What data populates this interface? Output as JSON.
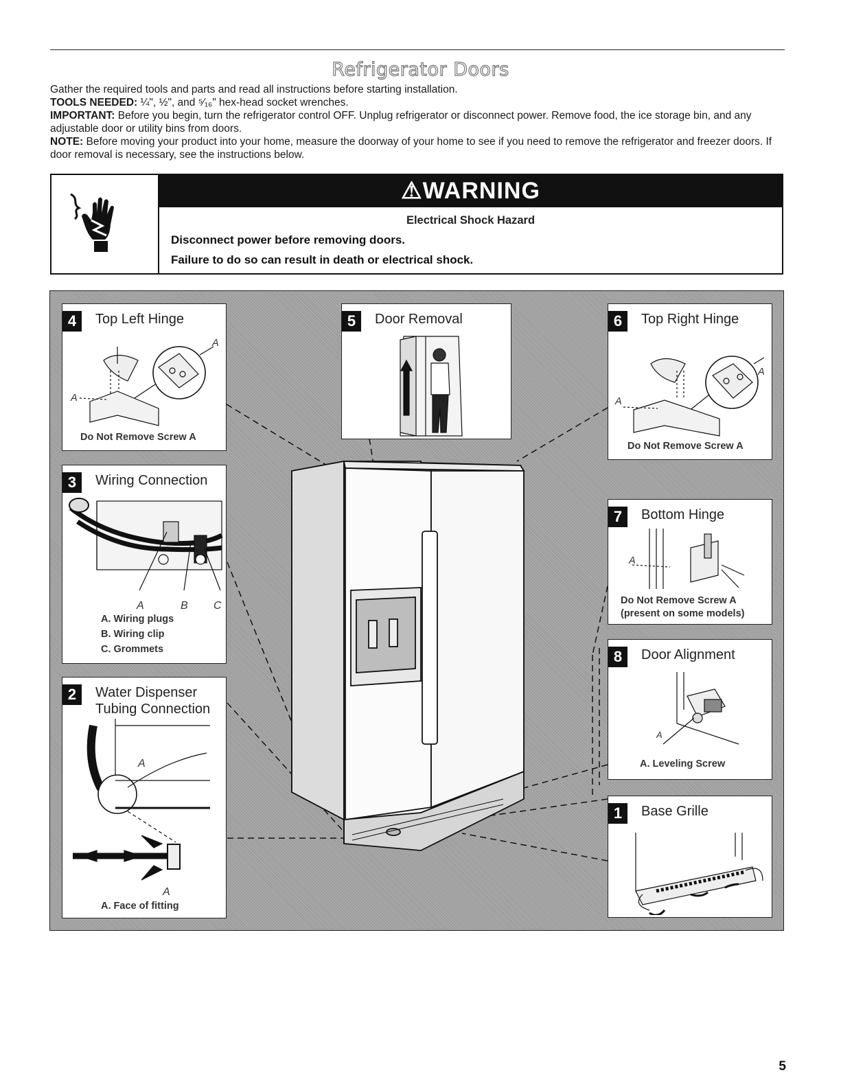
{
  "page": {
    "title": "Refrigerator Doors",
    "intro_line": "Gather the required tools and parts and read all instructions before starting installation.",
    "tools_label": "TOOLS NEEDED:",
    "tools_text": " ¼\", ½\", and ⁵⁄₁₆\" hex-head socket wrenches.",
    "important_label": "IMPORTANT:",
    "important_text": " Before you begin, turn the refrigerator control OFF. Unplug refrigerator or disconnect power. Remove food, the ice storage bin, and any adjustable door or utility bins from doors.",
    "note_label": "NOTE:",
    "note_text": " Before moving your product into your home, measure the doorway of your home to see if you need to remove the refrigerator and freezer doors. If door removal is necessary, see the instructions below.",
    "page_number": "5"
  },
  "warning": {
    "header": "⚠WARNING",
    "hazard": "Electrical Shock Hazard",
    "line1": "Disconnect power before removing doors.",
    "line2": "Failure to do so can result in death or electrical shock.",
    "icon": "electrical-shock-hand-icon"
  },
  "steps": {
    "s4": {
      "num": "4",
      "title": "Top Left Hinge",
      "callout": "A",
      "callout2": "A",
      "caption": "Do Not Remove Screw A"
    },
    "s5": {
      "num": "5",
      "title": "Door Removal"
    },
    "s6": {
      "num": "6",
      "title": "Top Right Hinge",
      "callout": "A",
      "callout2": "A",
      "caption": "Do Not Remove Screw A"
    },
    "s3": {
      "num": "3",
      "title": "Wiring Connection",
      "labels": [
        "A",
        "B",
        "C"
      ],
      "captions": [
        "A. Wiring plugs",
        "B. Wiring clip",
        "C. Grommets"
      ]
    },
    "s7": {
      "num": "7",
      "title": "Bottom Hinge",
      "callout": "A",
      "caption1": "Do Not Remove Screw A",
      "caption2": "(present on some models)"
    },
    "s2": {
      "num": "2",
      "title1": "Water Dispenser",
      "title2": "Tubing Connection",
      "callout": "A",
      "callout2": "A",
      "caption": "A. Face of fitting"
    },
    "s8": {
      "num": "8",
      "title": "Door Alignment",
      "callout": "A",
      "caption": "A. Leveling Screw"
    },
    "s1": {
      "num": "1",
      "title": "Base Grille"
    }
  }
}
